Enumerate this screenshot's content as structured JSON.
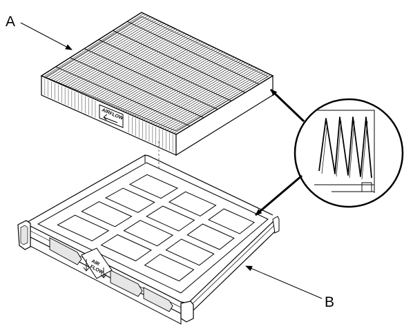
{
  "callouts": {
    "filter_element": "A",
    "filter_tray": "B"
  },
  "filter_label": {
    "line1": "AIR",
    "line2": "FLOW"
  },
  "tray_label": {
    "line1": "AIR",
    "line2": "FLOW"
  },
  "colors": {
    "stroke": "#000000",
    "background": "#ffffff",
    "tray_shade": "#e6e6e6"
  }
}
